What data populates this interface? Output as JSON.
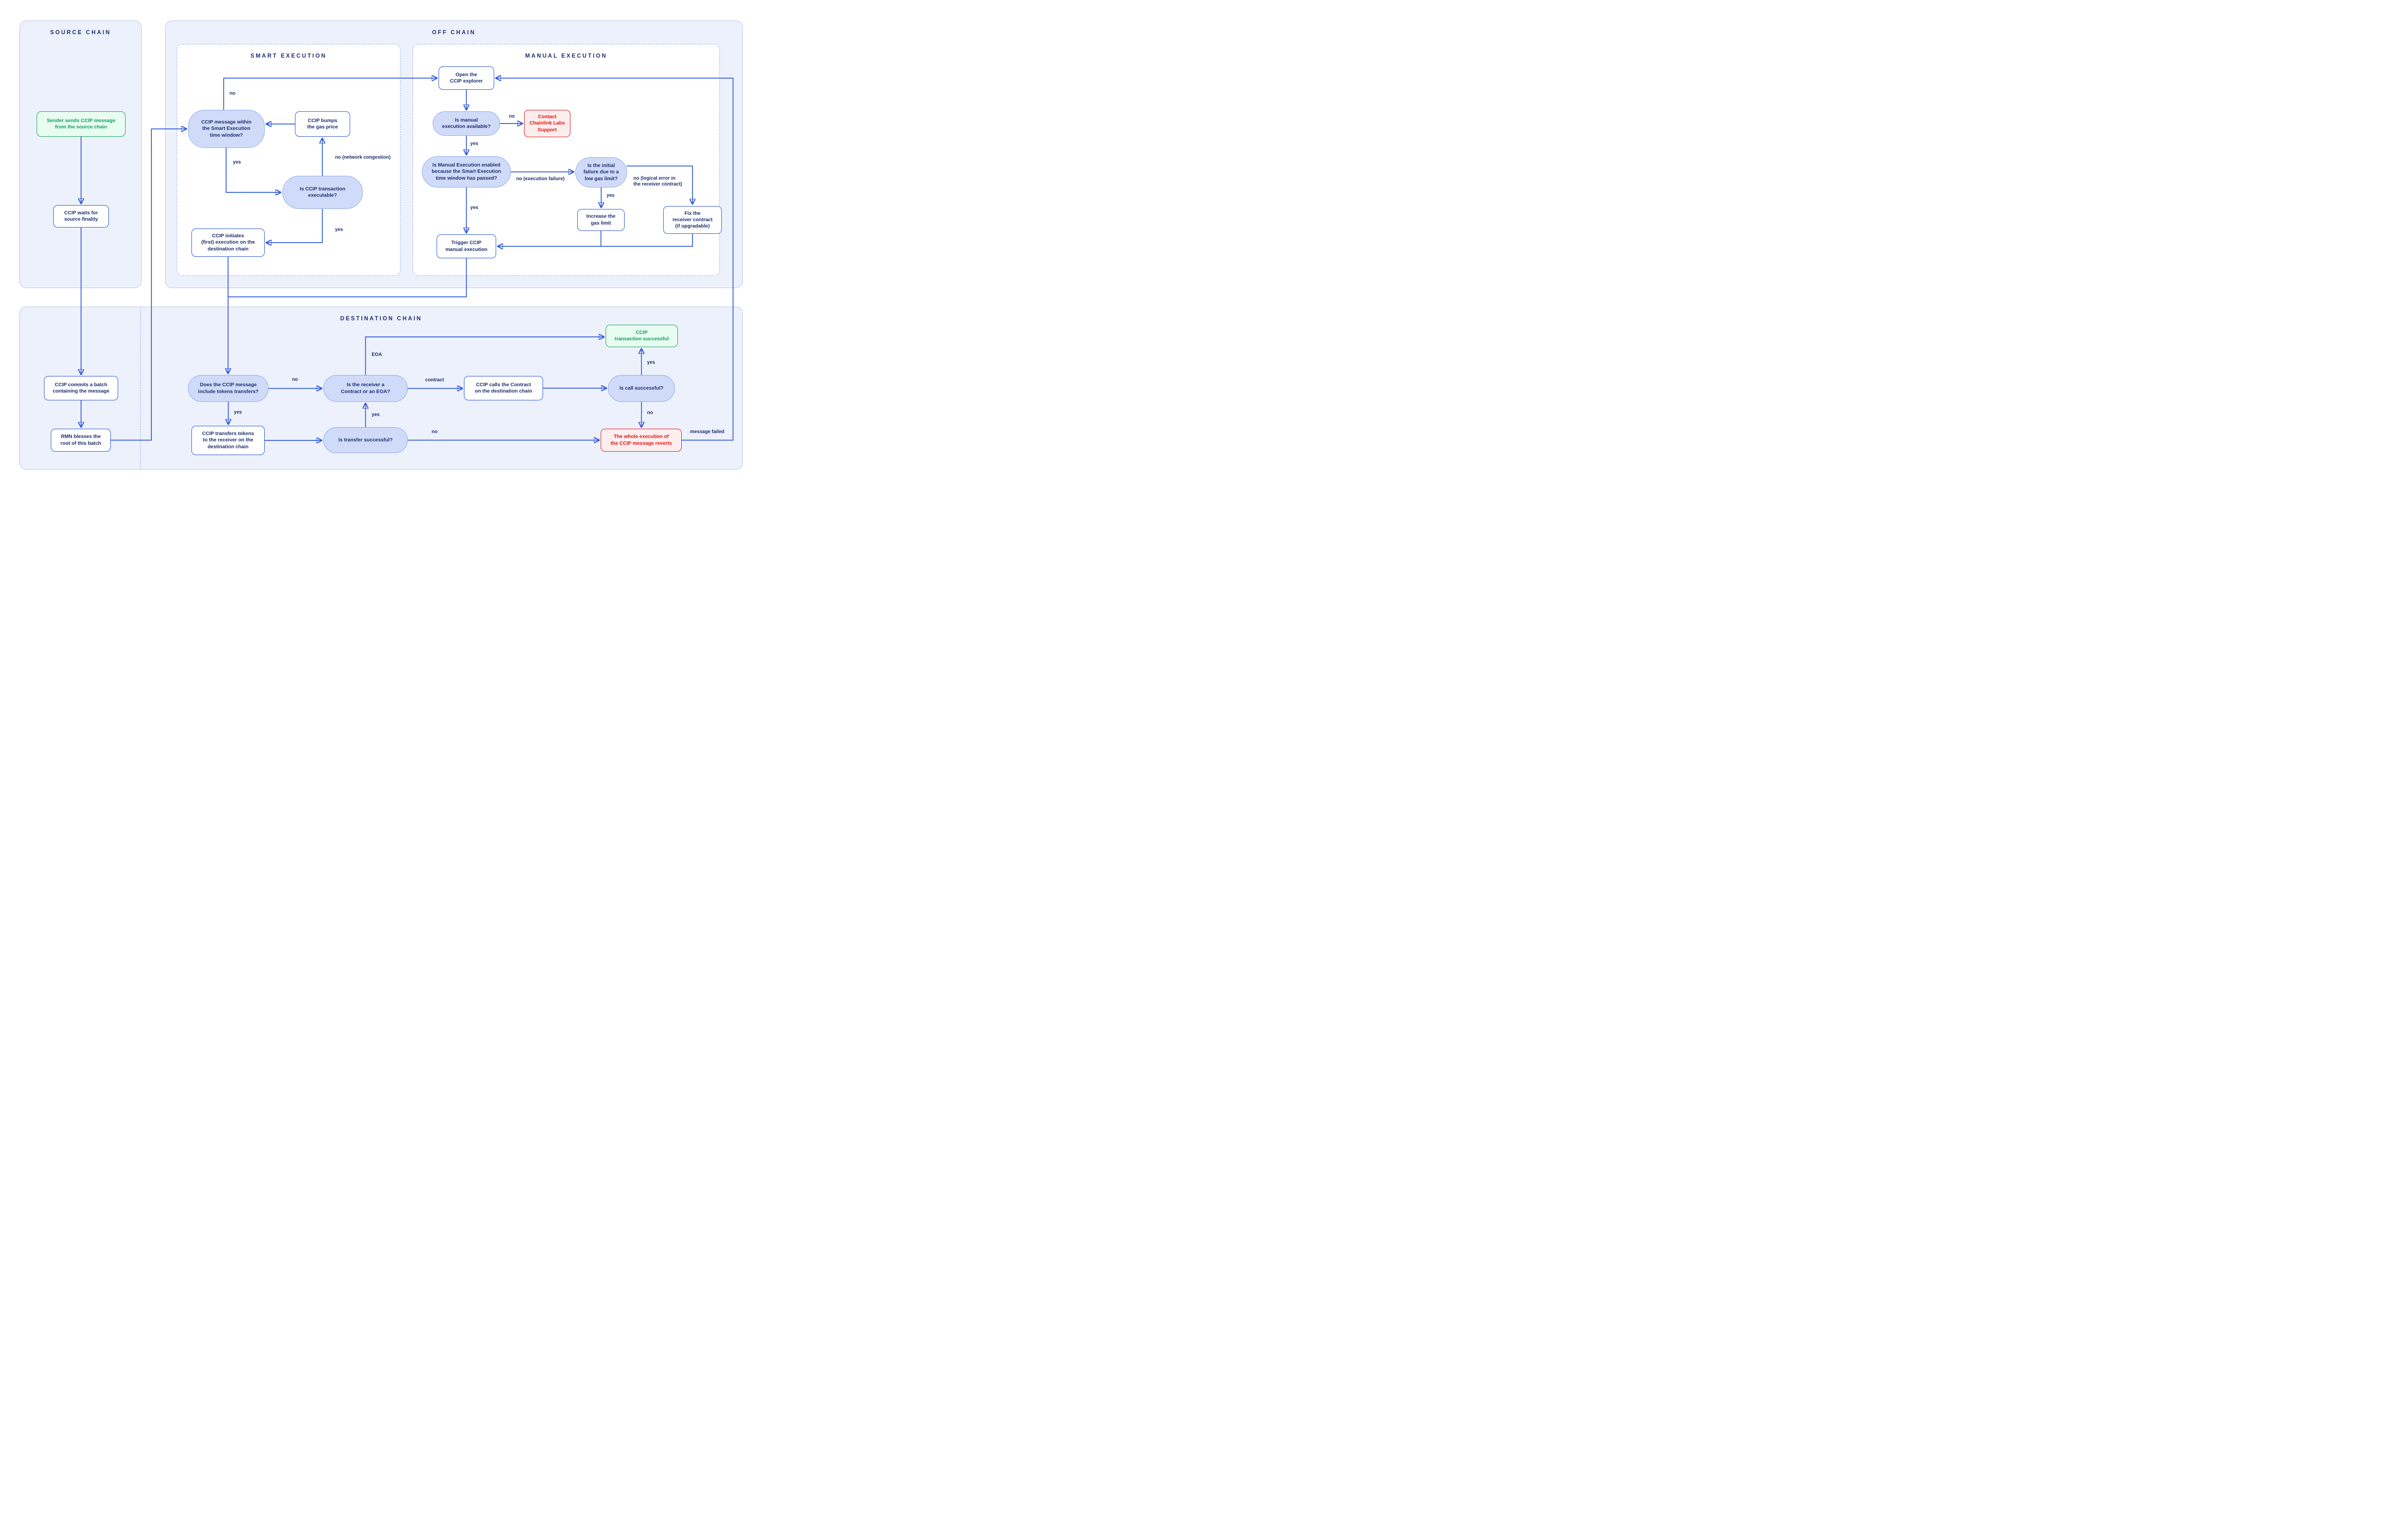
{
  "panels": {
    "source_chain": {
      "title": "SOURCE CHAIN"
    },
    "off_chain": {
      "title": "OFF CHAIN"
    },
    "smart_execution": {
      "title": "SMART EXECUTION"
    },
    "manual_execution": {
      "title": "MANUAL EXECUTION"
    },
    "destination_chain": {
      "title": "DESTINATION CHAIN"
    }
  },
  "nodes": {
    "sender": {
      "label": "Sender sends CCIP message\nfrom the source chain",
      "kind": "start"
    },
    "waits": {
      "label": "CCIP waits for\nsource finality",
      "kind": "process"
    },
    "msg_within": {
      "label": "CCIP message within\nthe Smart Execution\ntime window?",
      "kind": "decision"
    },
    "bumps": {
      "label": "CCIP bumps\nthe gas price",
      "kind": "process"
    },
    "executable": {
      "label": "Is CCIP transaction\nexecutable?",
      "kind": "decision"
    },
    "initiates": {
      "label": "CCIP initiates\n(first) execution on the\ndestination chain",
      "kind": "process"
    },
    "open_explorer": {
      "label": "Open the\nCCIP explorer",
      "kind": "process"
    },
    "manual_available": {
      "label": "Is manual\nexecution available?",
      "kind": "decision"
    },
    "contact_support": {
      "label": "Contact\nChainlink Labs\nSupport",
      "kind": "error"
    },
    "manual_enabled": {
      "label": "Is Manual Execution enabled\nbecause the Smart Execution\ntime window has passed?",
      "kind": "decision"
    },
    "initial_failure": {
      "label": "Is the initial\nfailure due to a\nlow gas limit?",
      "kind": "decision"
    },
    "increase_gas": {
      "label": "Increase the\ngas limit",
      "kind": "process"
    },
    "fix_receiver": {
      "label": "Fix the\nreceiver contract\n(if upgradable)",
      "kind": "process"
    },
    "trigger_manual": {
      "label": "Trigger CCIP\nmanual execution",
      "kind": "process"
    },
    "commits": {
      "label": "CCIP commits a batch\ncontaining the message",
      "kind": "process"
    },
    "rmn": {
      "label": "RMN blesses the\nroot of this batch",
      "kind": "process"
    },
    "tokens_q": {
      "label": "Does the CCIP message\ninclude tokens transfers?",
      "kind": "decision"
    },
    "transfers": {
      "label": "CCIP transfers tokens\nto the receiver on the\ndestination chain",
      "kind": "process"
    },
    "receiver_q": {
      "label": "Is the receiver a\nContract or an EOA?",
      "kind": "decision"
    },
    "transfer_q": {
      "label": "Is transfer successful?",
      "kind": "decision"
    },
    "calls_contract": {
      "label": "CCIP calls the Contract\non the destination chain",
      "kind": "process"
    },
    "call_q": {
      "label": "Is call successful?",
      "kind": "decision"
    },
    "tx_success": {
      "label": "CCIP\ntransaction successful",
      "kind": "success"
    },
    "reverts": {
      "label": "The whole execution of\nthe CCIP message reverts",
      "kind": "error"
    }
  },
  "edge_labels": {
    "yes": "yes",
    "no": "no",
    "no_network_congestion": "no (network congestion)",
    "no_execution_failure": "no (execution failure)",
    "no_logical_error": "no (logical error in\nthe receiver contract)",
    "eoa": "EOA",
    "contract": "contract",
    "message_failed": "message failed"
  },
  "colors": {
    "accent_blue": "#2d57d9",
    "navy_text": "#1d2d6e",
    "panel_fill": "#edf1fc",
    "panel_border": "#b7c5ef",
    "dashed_border": "#8fa8e6",
    "decision_fill": "#cfdbf8",
    "decision_border": "#8ea9ea",
    "green_border": "#14a655",
    "green_fill": "#e9fcf1",
    "green_text": "#0ca357",
    "red": "#e01414",
    "red_fill": "#fdeeee"
  }
}
